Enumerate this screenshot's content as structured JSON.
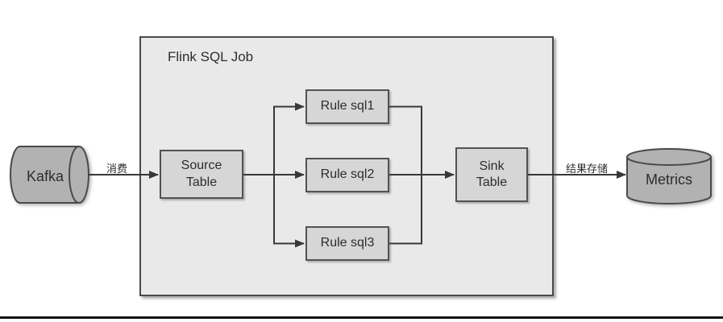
{
  "diagram": {
    "container": {
      "label": "Flink SQL Job"
    },
    "nodes": {
      "kafka": {
        "label": "Kafka",
        "shape": "cylinder-horizontal"
      },
      "source_table": {
        "label": "Source Table",
        "shape": "rect"
      },
      "rule_sql1": {
        "label": "Rule sql1",
        "shape": "rect"
      },
      "rule_sql2": {
        "label": "Rule sql2",
        "shape": "rect"
      },
      "rule_sql3": {
        "label": "Rule sql3",
        "shape": "rect"
      },
      "sink_table": {
        "label": "Sink Table",
        "shape": "rect"
      },
      "metrics": {
        "label": "Metrics",
        "shape": "cylinder-vertical"
      }
    },
    "edges": {
      "consume": {
        "label": "消费",
        "from": "kafka",
        "to": "source_table"
      },
      "fan_out": {
        "label": "",
        "from": "source_table",
        "to": "rule_sql1 / rule_sql2 / rule_sql3"
      },
      "fan_in": {
        "label": "",
        "from": "rule_sql1 / rule_sql2 / rule_sql3",
        "to": "sink_table"
      },
      "store": {
        "label": "结果存储",
        "from": "sink_table",
        "to": "metrics"
      }
    },
    "colors": {
      "container_fill": "#e9e9e9",
      "node_fill": "#d6d6d6",
      "cylinder_fill": "#b2b2b2",
      "border": "#4a4a4a",
      "arrow": "#383838",
      "text": "#2d2d2d"
    }
  }
}
